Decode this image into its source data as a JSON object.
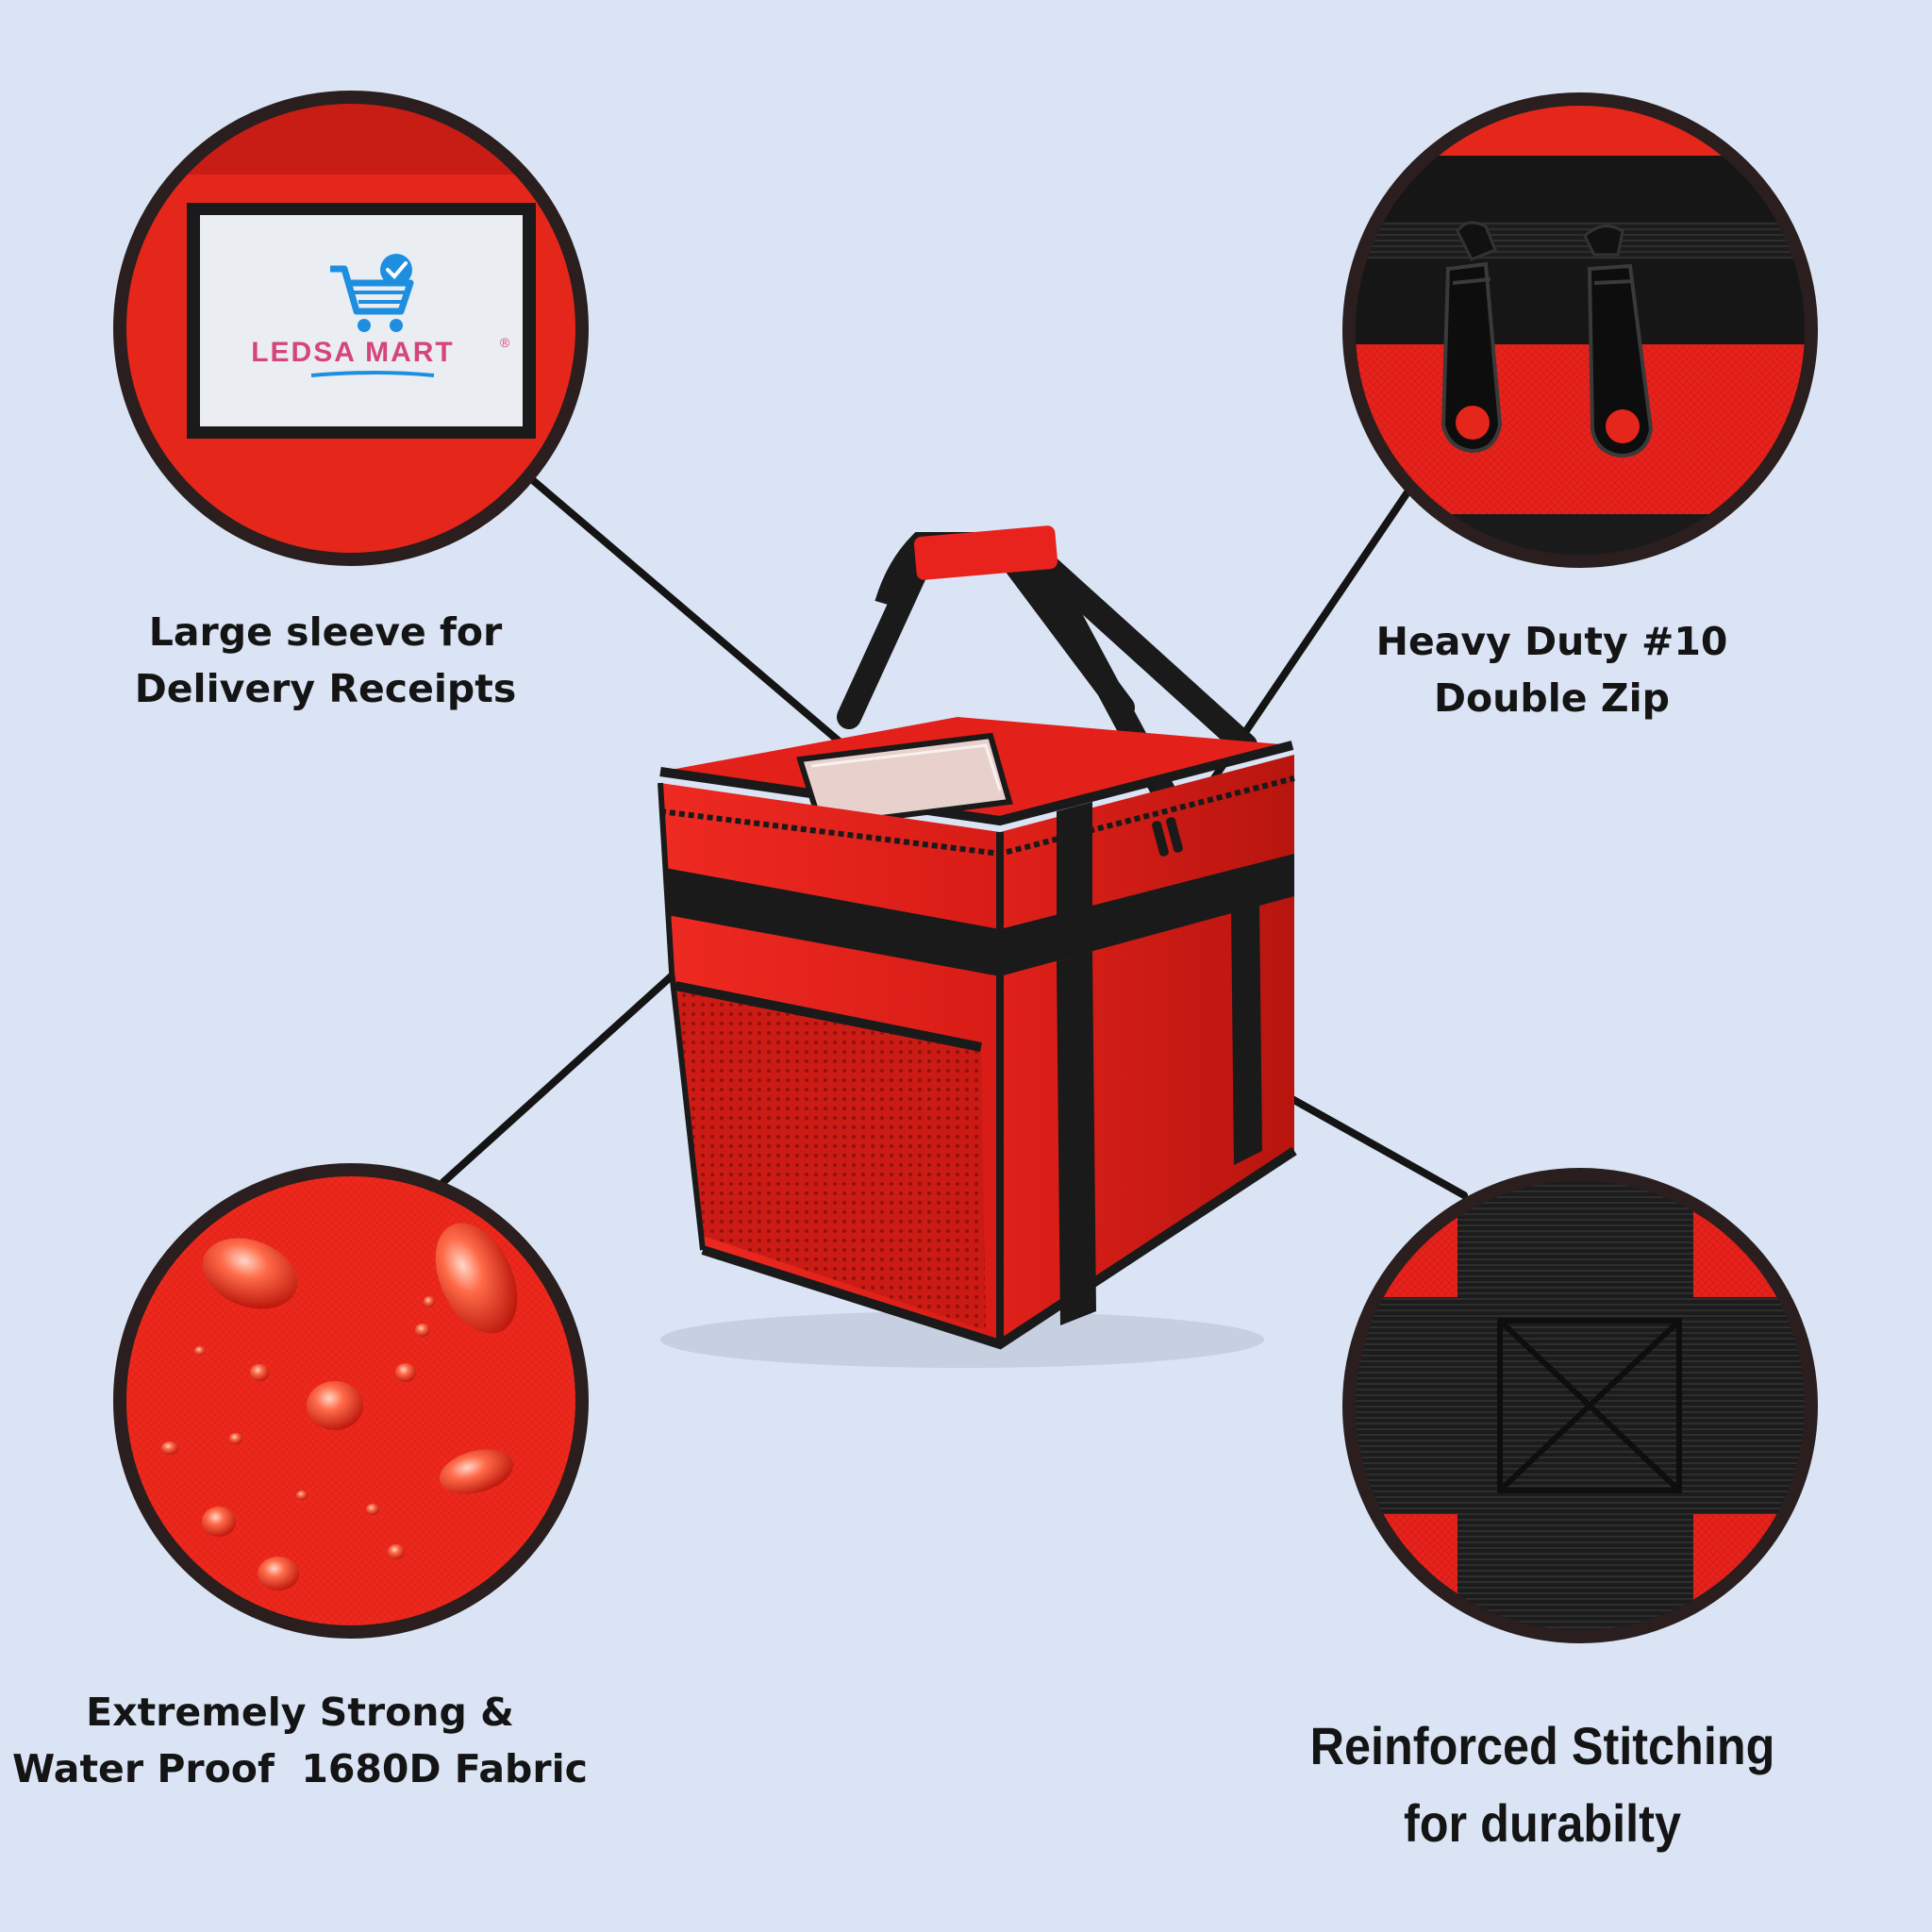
{
  "brand": {
    "name": "LEDSA MART",
    "registered_mark": "®"
  },
  "features": {
    "sleeve": {
      "line1": "Large sleeve for",
      "line2": "Delivery Receipts"
    },
    "zip": {
      "line1": "Heavy Duty #10",
      "line2": "Double Zip"
    },
    "fabric": {
      "line1": "Extremely Strong &",
      "line2": "Water Proof  1680D Fabric"
    },
    "stitch": {
      "line1": "Reinforced Stitching",
      "line2": "for durabilty"
    }
  },
  "colors": {
    "background": "#dae4f4",
    "bag_red": "#e8221c",
    "strap_black": "#1a1a1a",
    "circle_border": "#2a1e1e",
    "logo_blue": "#1e8fe0",
    "logo_pink": "#d6457a"
  }
}
